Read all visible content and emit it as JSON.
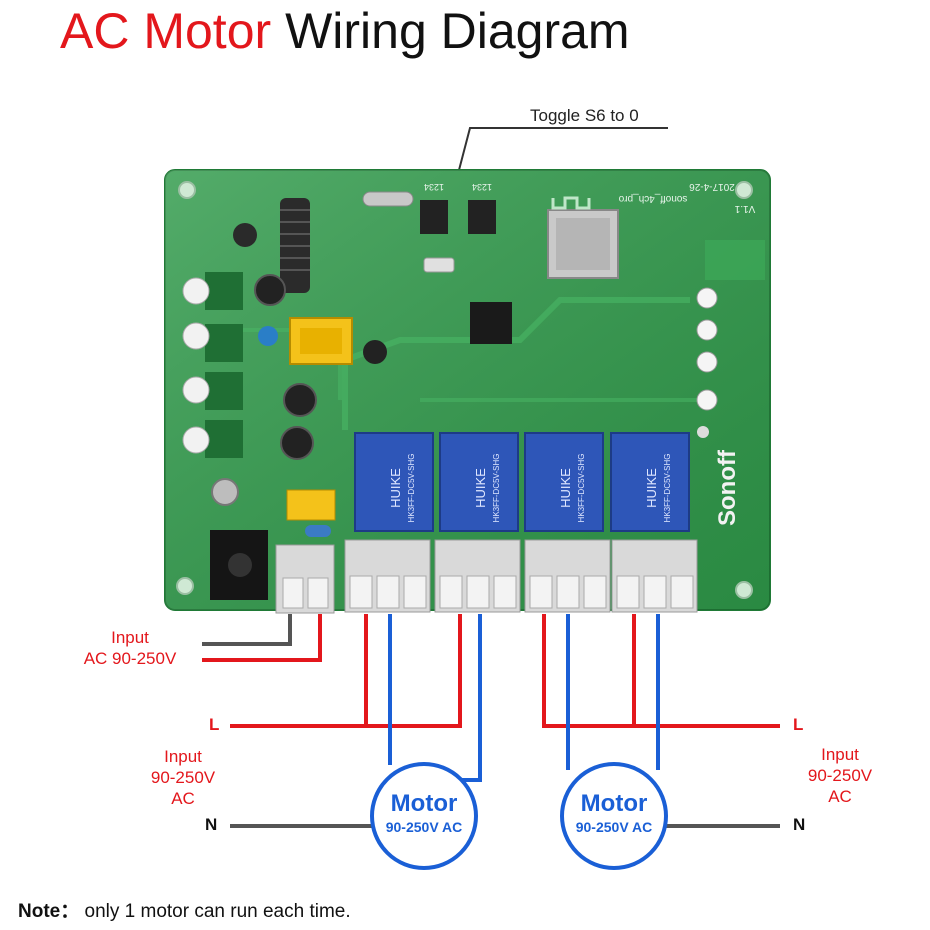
{
  "title": {
    "part1": "AC Motor",
    "part2": "Wiring Diagram"
  },
  "callout": "Toggle S6 to 0",
  "input_top": {
    "line1": "Input",
    "line2": "AC 90-250V"
  },
  "input_left": {
    "line1": "Input",
    "line2": "90-250V",
    "line3": "AC"
  },
  "input_right": {
    "line1": "Input",
    "line2": "90-250V",
    "line3": "AC"
  },
  "wires": {
    "left_L": "L",
    "left_N": "N",
    "right_L": "L",
    "right_N": "N"
  },
  "motors": [
    {
      "name": "Motor",
      "rating": "90-250V AC"
    },
    {
      "name": "Motor",
      "rating": "90-250V AC"
    }
  ],
  "board": {
    "brand": "Sonoff",
    "model": "sonoff_4ch_pro",
    "date": "2017-4-26",
    "version": "V1.1",
    "dip_label": "1234",
    "relays": [
      {
        "brand": "HUIKE",
        "model": "HK3FF-DC5V-SHG"
      },
      {
        "brand": "HUIKE",
        "model": "HK3FF-DC5V-SHG"
      },
      {
        "brand": "HUIKE",
        "model": "HK3FF-DC5V-SHG"
      },
      {
        "brand": "HUIKE",
        "model": "HK3FF-DC5V-SHG"
      }
    ]
  },
  "note": {
    "label": "Note：",
    "text": "only 1 motor can run each time."
  },
  "colors": {
    "red": "#e3171c",
    "blue": "#1a5fd6",
    "board_green": "#2f9a4a",
    "relay_blue": "#2e56b8",
    "wire_gray": "#555555"
  }
}
